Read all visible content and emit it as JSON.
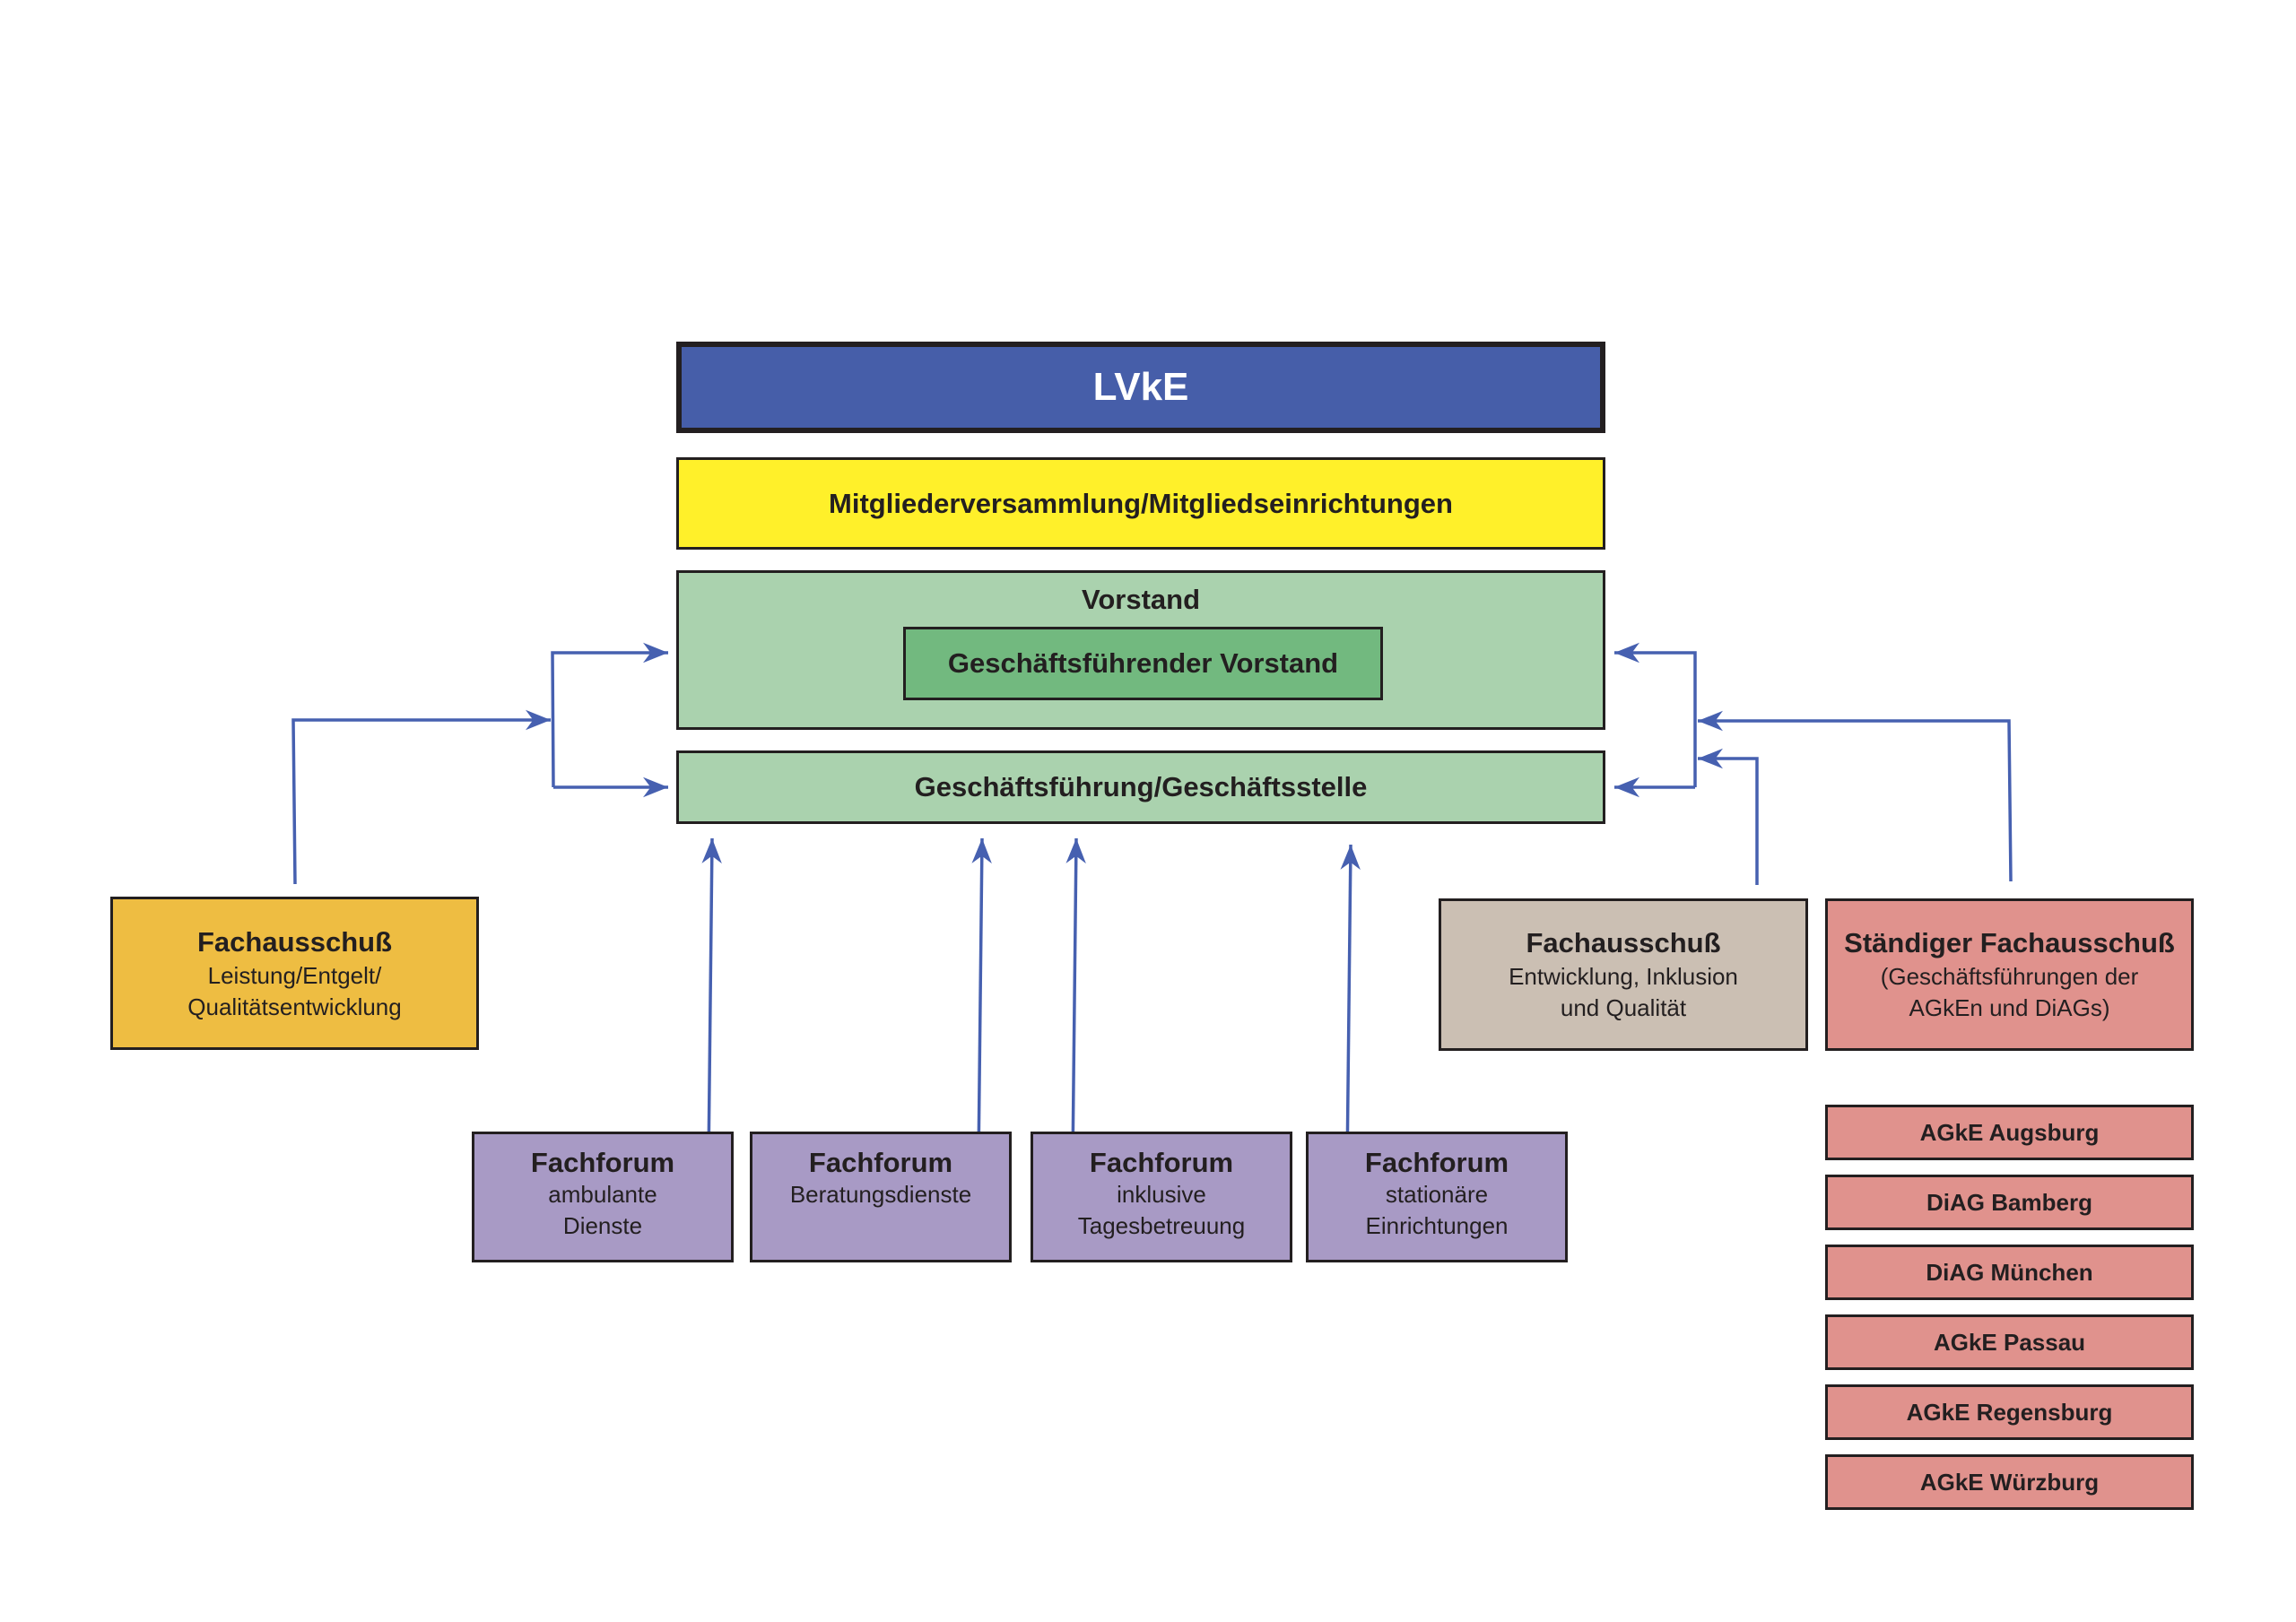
{
  "colors": {
    "lvke": "#465ea9",
    "mitglieder": "#fff02a",
    "vorstand": "#aad2ae",
    "gf_vorstand": "#72b97f",
    "fachausschuss_left": "#eebd42",
    "fachausschuss_right": "#cbbfb3",
    "staendiger": "#e0928d",
    "fachforum": "#a89ac5",
    "arrow": "#4660b0",
    "border": "#231f20"
  },
  "lvke": {
    "title": "LVkE"
  },
  "mitglieder": {
    "title": "Mitgliederversammlung/Mitgliedseinrichtungen"
  },
  "vorstand": {
    "title": "Vorstand",
    "inner": "Geschäftsführender Vorstand"
  },
  "geschaeftsfuehrung": {
    "title": "Geschäftsführung/Geschäftsstelle"
  },
  "fachausschuss_left": {
    "title": "Fachausschuß",
    "lines": [
      "Leistung/Entgelt/",
      "Qualitätsentwicklung"
    ]
  },
  "fachausschuss_right": {
    "title": "Fachausschuß",
    "lines": [
      "Entwicklung, Inklusion",
      "und Qualität"
    ]
  },
  "staendiger": {
    "title": "Ständiger Fachausschuß",
    "lines": [
      "(Geschäftsführungen der",
      "AGkEn und DiAGs)"
    ]
  },
  "fachforen": [
    {
      "title": "Fachforum",
      "lines": [
        "ambulante",
        "Dienste"
      ]
    },
    {
      "title": "Fachforum",
      "lines": [
        "Beratungsdienste"
      ]
    },
    {
      "title": "Fachforum",
      "lines": [
        "inklusive",
        "Tagesbetreuung"
      ]
    },
    {
      "title": "Fachforum",
      "lines": [
        "stationäre",
        "Einrichtungen"
      ]
    }
  ],
  "regional": [
    {
      "label": "AGkE Augsburg"
    },
    {
      "label": "DiAG Bamberg"
    },
    {
      "label": "DiAG München"
    },
    {
      "label": "AGkE Passau"
    },
    {
      "label": "AGkE Regensburg"
    },
    {
      "label": "AGkE Würzburg"
    }
  ]
}
